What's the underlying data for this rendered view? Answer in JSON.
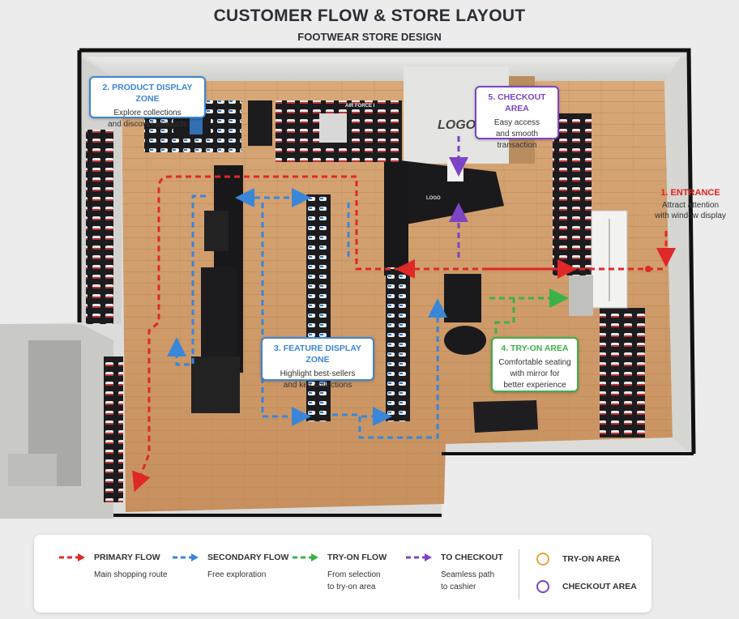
{
  "header": {
    "title": "CUSTOMER FLOW & STORE LAYOUT",
    "subtitle": "FOOTWEAR STORE DESIGN"
  },
  "store_signage": {
    "wall_logo": "LOGO",
    "counter_logo": "LOGO",
    "air_force_sign": "AIR FORCE I"
  },
  "zones": {
    "entrance": {
      "title": "1. ENTRANCE",
      "description": "Attract attention\nwith window display"
    },
    "product_display": {
      "title": "2. PRODUCT DISPLAY ZONE",
      "description": "Explore collections\nand discover products"
    },
    "feature_display": {
      "title": "3. FEATURE DISPLAY ZONE",
      "description": "Highlight best-sellers\nand key collections"
    },
    "try_on": {
      "title": "4. TRY-ON AREA",
      "description": "Comfortable seating\nwith mirror for\nbetter experience"
    },
    "checkout": {
      "title": "5. CHECKOUT AREA",
      "description": "Easy access\nand smooth\ntransaction"
    }
  },
  "legend": {
    "flows": [
      {
        "title": "PRIMARY FLOW",
        "description": "Main shopping route",
        "color": "#e02828"
      },
      {
        "title": "SECONDARY FLOW",
        "description": "Free exploration",
        "color": "#3a86d8"
      },
      {
        "title": "TRY-ON FLOW",
        "description": "From selection\nto try-on area",
        "color": "#3bb14a"
      },
      {
        "title": "TO CHECKOUT",
        "description": "Seamless path\nto cashier",
        "color": "#7b45c4"
      }
    ],
    "areas": [
      {
        "label": "TRY-ON AREA",
        "color": "#e8a33a"
      },
      {
        "label": "CHECKOUT AREA",
        "color": "#7b45c4"
      }
    ]
  },
  "colors": {
    "primary": "#e02828",
    "secondary": "#3a86d8",
    "tryon": "#3bb14a",
    "checkout": "#7b45c4",
    "product_zone": "#3a86d8",
    "feature_zone": "#3a86d8",
    "tryon_zone": "#3bb14a",
    "checkout_zone": "#7b45c4"
  }
}
